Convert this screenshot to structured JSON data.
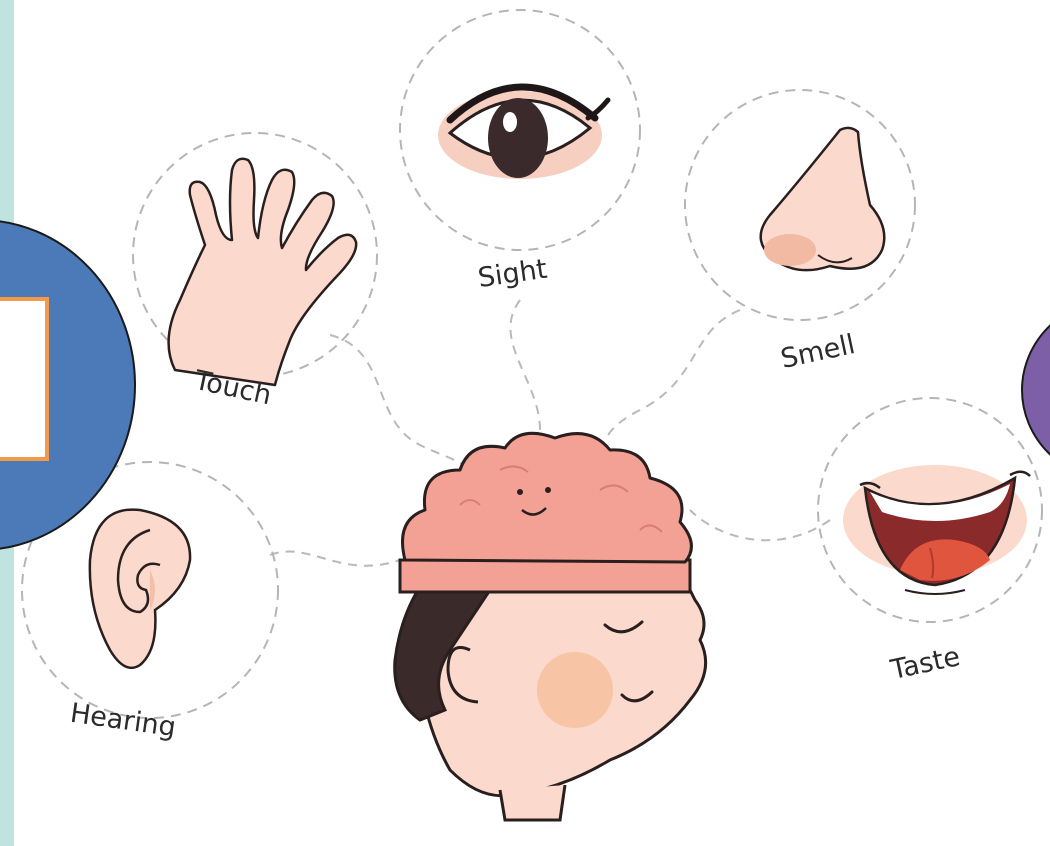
{
  "senses": {
    "sight": "Sight",
    "smell": "Smell",
    "touch": "Touch",
    "hearing": "Hearing",
    "taste": "Taste"
  },
  "colors": {
    "background_border": "#bfe4e0",
    "panel": "#ffffff",
    "skin": "#fbd9cc",
    "skin_shadow": "#f3bfa8",
    "outline": "#2a1f1f",
    "brain": "#f4a195",
    "hair": "#3a2a2a",
    "blush": "#f8c4a6",
    "mouth": "#8b2a2a",
    "tongue": "#e0553e",
    "blue_oval": "#4c7ab8",
    "orange_frame": "#f39a4a",
    "purple_oval": "#7d5fa8"
  },
  "icons": [
    "eye-icon",
    "nose-icon",
    "hand-icon",
    "ear-icon",
    "mouth-icon",
    "brain-head-icon"
  ]
}
